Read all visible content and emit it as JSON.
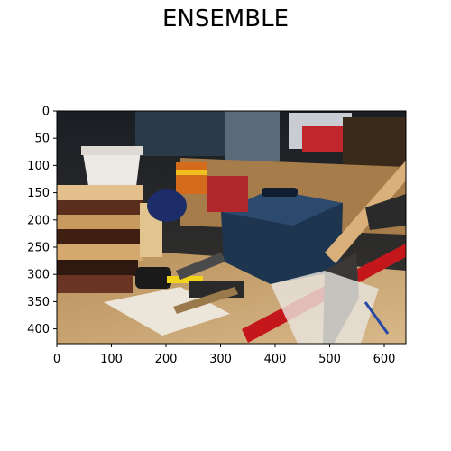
{
  "figure": {
    "title": "ENSEMBLE",
    "image_width": 640,
    "image_height": 427,
    "x_ticks": [
      "0",
      "100",
      "200",
      "300",
      "400",
      "500",
      "600"
    ],
    "y_ticks": [
      "0",
      "50",
      "100",
      "150",
      "200",
      "250",
      "300",
      "350",
      "400"
    ],
    "photo_subject": "cluttered workbench with tools, blue toolbox, wooden blocks, red level, hammers"
  }
}
